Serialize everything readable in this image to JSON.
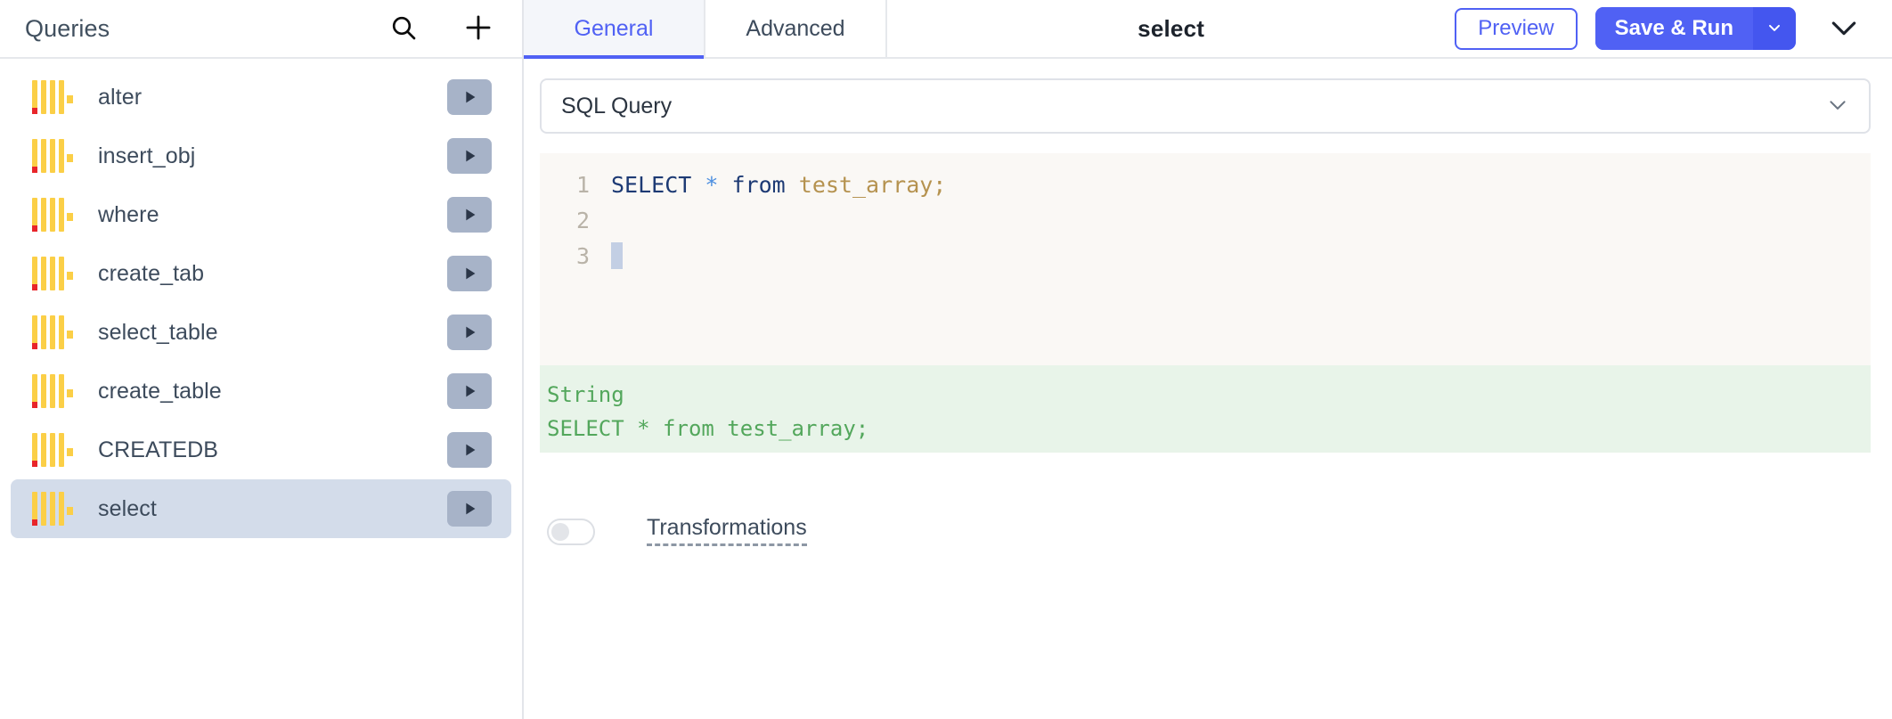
{
  "sidebar": {
    "title": "Queries",
    "search_icon": "search-icon",
    "add_icon": "plus-icon",
    "items": [
      {
        "label": "alter",
        "icon": "sql-query-icon",
        "run_icon": "play-icon",
        "selected": false
      },
      {
        "label": "insert_obj",
        "icon": "sql-query-icon",
        "run_icon": "play-icon",
        "selected": false
      },
      {
        "label": "where",
        "icon": "sql-query-icon",
        "run_icon": "play-icon",
        "selected": false
      },
      {
        "label": "create_tab",
        "icon": "sql-query-icon",
        "run_icon": "play-icon",
        "selected": false
      },
      {
        "label": "select_table",
        "icon": "sql-query-icon",
        "run_icon": "play-icon",
        "selected": false
      },
      {
        "label": "create_table",
        "icon": "sql-query-icon",
        "run_icon": "play-icon",
        "selected": false
      },
      {
        "label": "CREATEDB",
        "icon": "sql-query-icon",
        "run_icon": "play-icon",
        "selected": false
      },
      {
        "label": "select",
        "icon": "sql-query-icon",
        "run_icon": "play-icon",
        "selected": true
      }
    ]
  },
  "header": {
    "tabs": [
      {
        "label": "General",
        "active": true
      },
      {
        "label": "Advanced",
        "active": false
      }
    ],
    "title": "select",
    "preview_label": "Preview",
    "save_run_label": "Save & Run",
    "save_run_caret_icon": "chevron-down-icon",
    "collapse_icon": "chevron-down-icon"
  },
  "main": {
    "query_type_select": {
      "value": "SQL Query",
      "caret_icon": "chevron-down-icon"
    },
    "editor": {
      "lines": [
        {
          "number": "1",
          "tokens": [
            {
              "text": "SELECT",
              "type": "keyword"
            },
            {
              "text": " ",
              "type": "plain"
            },
            {
              "text": "*",
              "type": "operator"
            },
            {
              "text": " ",
              "type": "plain"
            },
            {
              "text": "from",
              "type": "keyword"
            },
            {
              "text": " ",
              "type": "plain"
            },
            {
              "text": "test_array",
              "type": "identifier"
            },
            {
              "text": ";",
              "type": "punctuation"
            }
          ],
          "plain": "SELECT * from test_array;"
        },
        {
          "number": "2",
          "tokens": [],
          "plain": ""
        },
        {
          "number": "3",
          "tokens": [],
          "plain": "",
          "cursor": true
        }
      ]
    },
    "result": {
      "type_label": "String",
      "value": "SELECT * from test_array;"
    },
    "transformations": {
      "label": "Transformations",
      "enabled": false
    }
  },
  "colors": {
    "accent": "#5061f4",
    "icon_yellow": "#fbcf47",
    "icon_red": "#e8252a",
    "selected_row": "#d3dcea",
    "editor_bg": "#faf8f5",
    "result_bg": "#e8f4e9",
    "result_text": "#53a75c"
  }
}
